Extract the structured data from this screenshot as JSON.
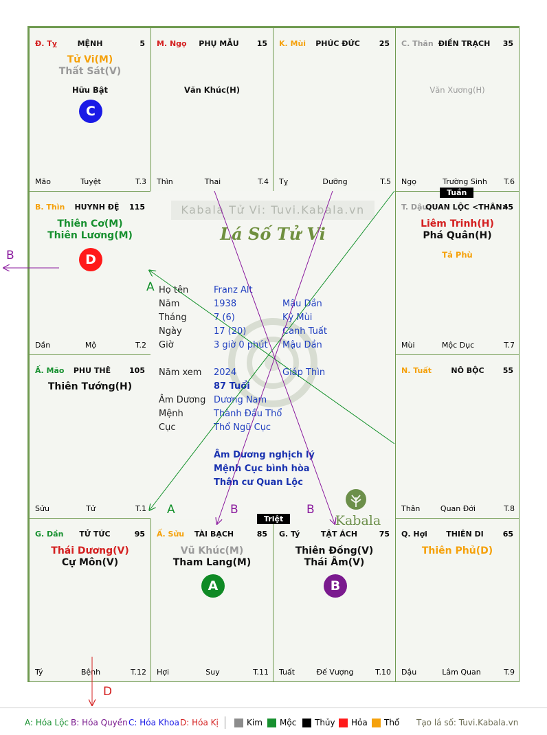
{
  "palaces": {
    "p1": {
      "canchi": "Đ. Tỵ",
      "name": "MỆNH",
      "num": "5",
      "bl": "Mão",
      "bm": "Tuyệt",
      "br": "T.3",
      "star1": "Tử Vi(M)",
      "star2": "Thất Sát(V)",
      "minor": "Hữu Bật"
    },
    "p2": {
      "canchi": "M. Ngọ",
      "name": "PHỤ MẪU",
      "num": "15",
      "bl": "Thìn",
      "bm": "Thai",
      "br": "T.4",
      "minor": "Văn Khúc(H)"
    },
    "p3": {
      "canchi": "K. Mùi",
      "name": "PHÚC ĐỨC",
      "num": "25",
      "bl": "Tỵ",
      "bm": "Dưỡng",
      "br": "T.5"
    },
    "p4": {
      "canchi": "C. Thân",
      "name": "ĐIỀN TRẠCH",
      "num": "35",
      "bl": "Ngọ",
      "bm": "Trường Sinh",
      "br": "T.6",
      "minor": "Văn Xương(H)"
    },
    "p5": {
      "canchi": "B. Thìn",
      "name": "HUYNH ĐỆ",
      "num": "115",
      "bl": "Dần",
      "bm": "Mộ",
      "br": "T.2",
      "star1": "Thiên Cơ(M)",
      "star2": "Thiên Lương(M)"
    },
    "p6": {
      "canchi": "T. Dậu",
      "name": "QUAN LỘC <THÂN>",
      "num": "45",
      "bl": "Mùi",
      "bm": "Mộc Dục",
      "br": "T.7",
      "star1": "Liêm Trinh(H)",
      "star2": "Phá Quân(H)",
      "minor": "Tả Phù"
    },
    "p7": {
      "canchi": "Ấ. Mão",
      "name": "PHU THÊ",
      "num": "105",
      "bl": "Sửu",
      "bm": "Tử",
      "br": "T.1",
      "star1": "Thiên Tướng(H)"
    },
    "p8": {
      "canchi": "N. Tuất",
      "name": "NÔ BỘC",
      "num": "55",
      "bl": "Thân",
      "bm": "Quan Đới",
      "br": "T.8"
    },
    "p9": {
      "canchi": "G. Dần",
      "name": "TỬ TỨC",
      "num": "95",
      "bl": "Tý",
      "bm": "Bệnh",
      "br": "T.12",
      "star1": "Thái Dương(V)",
      "star2": "Cự Môn(V)"
    },
    "p10": {
      "canchi": "Ấ. Sửu",
      "name": "TÀI BẠCH",
      "num": "85",
      "bl": "Hợi",
      "bm": "Suy",
      "br": "T.11",
      "star1": "Vũ Khúc(M)",
      "star2": "Tham Lang(M)"
    },
    "p11": {
      "canchi": "G. Tý",
      "name": "TẬT ÁCH",
      "num": "75",
      "bl": "Tuất",
      "bm": "Đế Vượng",
      "br": "T.10",
      "star1": "Thiên Đồng(V)",
      "star2": "Thái Âm(V)"
    },
    "p12": {
      "canchi": "Q. Hợi",
      "name": "THIÊN DI",
      "num": "65",
      "bl": "Dậu",
      "bm": "Lâm Quan",
      "br": "T.9",
      "star1": "Thiên Phủ(D)"
    }
  },
  "badges": {
    "c": "C",
    "d": "D",
    "a": "A",
    "b": "B"
  },
  "markers": {
    "tuan": "Tuần",
    "triet": "Triệt"
  },
  "arrow_labels": {
    "a": "A",
    "b": "B",
    "d": "D"
  },
  "center": {
    "watermark": "Kabala Tử Vi: Tuvi.Kabala.vn",
    "title": "Lá Số Tử Vi",
    "brand": "Kabala",
    "rows": [
      {
        "label": "Họ tên",
        "v1": "Franz Alt",
        "v2": ""
      },
      {
        "label": "Năm",
        "v1": "1938",
        "v2": "Mậu Dần"
      },
      {
        "label": "Tháng",
        "v1": "7  (6)",
        "v2": "Kỷ Mùi"
      },
      {
        "label": "Ngày",
        "v1": "17  (20)",
        "v2": "Canh Tuất"
      },
      {
        "label": "Giờ",
        "v1": "3 giờ 0 phút",
        "v2": "Mậu Dần"
      }
    ],
    "namxem": {
      "label": "Năm xem",
      "v1": "2024",
      "v2": "Giáp Thìn"
    },
    "tuoi": "87 Tuổi",
    "rows2": [
      {
        "label": "Âm Dương",
        "v1": "Dương Nam"
      },
      {
        "label": "Mệnh",
        "v1": "Thành Đầu Thổ"
      },
      {
        "label": "Cục",
        "v1": "Thổ Ngũ Cục"
      }
    ],
    "notes": [
      "Âm Dương nghịch lý",
      "Mệnh Cục bình hòa",
      "Thân cư Quan Lộc"
    ]
  },
  "legend": {
    "a": "A: Hóa Lộc",
    "b": "B: Hóa Quyền",
    "c": "C: Hóa Khoa",
    "d": "D: Hóa Kị",
    "kim": "Kim",
    "moc": "Mộc",
    "thuy": "Thủy",
    "hoa": "Hỏa",
    "tho": "Thổ",
    "credit": "Tạo lá số: Tuvi.Kabala.vn"
  },
  "colors": {
    "kim": "#8c8c8c",
    "moc": "#17902f",
    "thuy": "#000000",
    "hoa": "#ff1a1a",
    "tho": "#f5a10b",
    "badge_a": "#0f8a25",
    "badge_b": "#7a1a8e",
    "badge_c": "#1a1ae6",
    "badge_d": "#ff1a1a"
  }
}
